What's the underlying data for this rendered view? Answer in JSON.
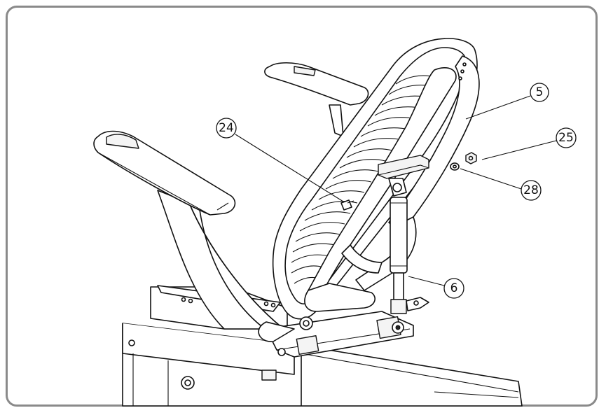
{
  "callouts": [
    {
      "label": "5"
    },
    {
      "label": "24"
    },
    {
      "label": "25"
    },
    {
      "label": "28"
    },
    {
      "label": "6"
    }
  ]
}
